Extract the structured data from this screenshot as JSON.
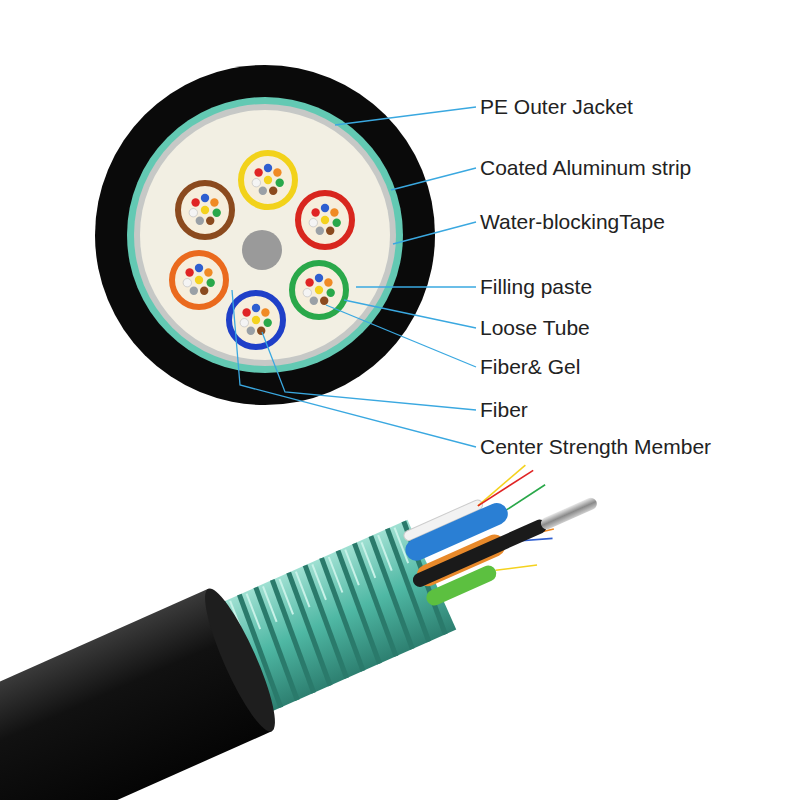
{
  "diagram": {
    "labels": [
      "PE Outer Jacket",
      "Coated Aluminum strip",
      "Water-blockingTape",
      "Filling paste",
      "Loose Tube",
      "Fiber& Gel",
      "Fiber",
      "Center Strength Member"
    ]
  }
}
